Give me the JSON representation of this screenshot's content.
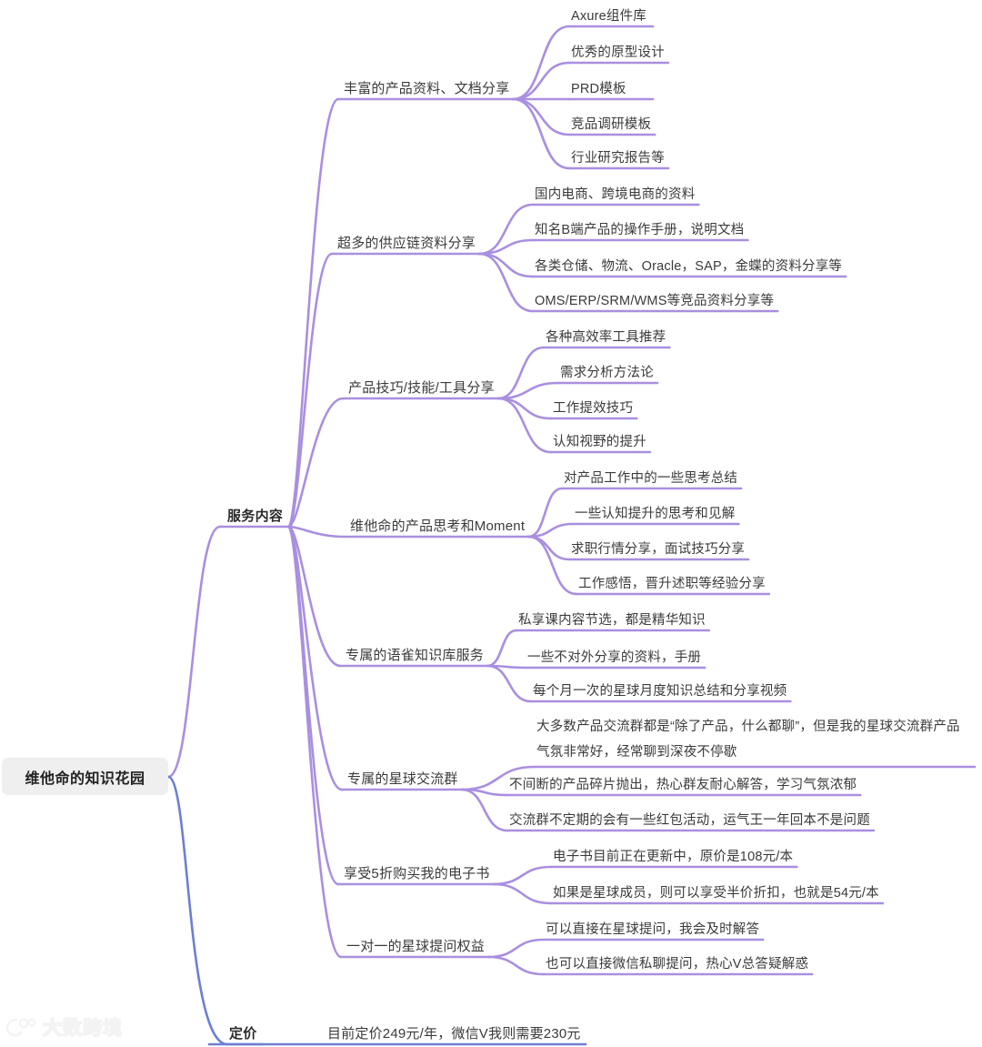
{
  "root": {
    "label": "维他命的知识花园",
    "bg_color": "#efefef"
  },
  "colors": {
    "branch_purple": "#a98fe0",
    "branch_blue": "#6d7fd4",
    "text": "#3a3a3a",
    "root_bg": "#efefef"
  },
  "branches": [
    {
      "label": "服务内容",
      "color": "#a98fe0",
      "children": [
        {
          "label": "丰富的产品资料、文档分享",
          "leaves": [
            "Axure组件库",
            "优秀的原型设计",
            "PRD模板",
            "竞品调研模板",
            "行业研究报告等"
          ]
        },
        {
          "label": "超多的供应链资料分享",
          "leaves": [
            "国内电商、跨境电商的资料",
            "知名B端产品的操作手册，说明文档",
            "各类仓储、物流、Oracle，SAP，金蝶的资料分享等",
            "OMS/ERP/SRM/WMS等竞品资料分享等"
          ]
        },
        {
          "label": "产品技巧/技能/工具分享",
          "leaves": [
            "各种高效率工具推荐",
            "需求分析方法论",
            "工作提效技巧",
            "认知视野的提升"
          ]
        },
        {
          "label": "维他命的产品思考和Moment",
          "leaves": [
            "对产品工作中的一些思考总结",
            "一些认知提升的思考和见解",
            "求职行情分享，面试技巧分享",
            "工作感悟，晋升述职等经验分享"
          ]
        },
        {
          "label": "专属的语雀知识库服务",
          "leaves": [
            "私享课内容节选，都是精华知识",
            "一些不对外分享的资料，手册",
            "每个月一次的星球月度知识总结和分享视频"
          ]
        },
        {
          "label": "专属的星球交流群",
          "leaves": [
            "大多数产品交流群都是“除了产品，什么都聊”，但是我的星球交流群产品气氛非常好，经常聊到深夜不停歇",
            "不间断的产品碎片抛出，热心群友耐心解答，学习气氛浓郁",
            "交流群不定期的会有一些红包活动，运气王一年回本不是问题"
          ]
        },
        {
          "label": "享受5折购买我的电子书",
          "leaves": [
            "电子书目前正在更新中，原价是108元/本",
            "如果是星球成员，则可以享受半价折扣，也就是54元/本"
          ]
        },
        {
          "label": "一对一的星球提问权益",
          "leaves": [
            "可以直接在星球提问，我会及时解答",
            "也可以直接微信私聊提问，热心V总答疑解惑"
          ]
        }
      ]
    },
    {
      "label": "定价",
      "color": "#6d7fd4",
      "children": [
        {
          "label": "目前定价249元/年，微信V我则需要230元",
          "leaves": []
        }
      ]
    }
  ],
  "watermark": {
    "text": "大数跨境",
    "logo": "wm-logo-icon"
  }
}
